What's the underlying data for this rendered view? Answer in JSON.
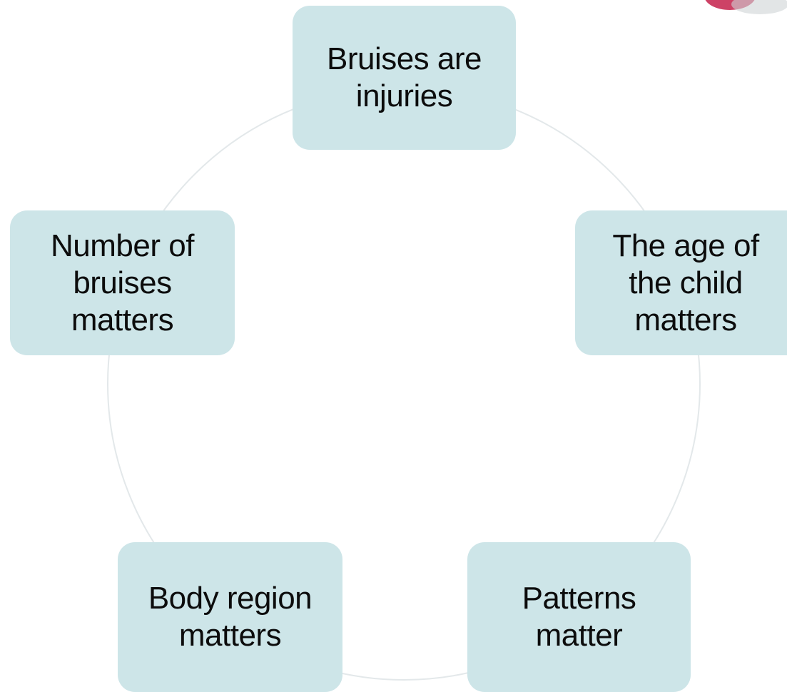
{
  "diagram": {
    "type": "cycle",
    "nodes": [
      {
        "id": "top",
        "label": "Bruises are\ninjuries"
      },
      {
        "id": "right",
        "label": "The age of\nthe child\nmatters"
      },
      {
        "id": "bottom_right",
        "label": "Patterns\nmatter"
      },
      {
        "id": "bottom_left",
        "label": "Body region\nmatters"
      },
      {
        "id": "left",
        "label": "Number of\nbruises\nmatters"
      }
    ],
    "colors": {
      "node_fill": "#cde5e8",
      "ring_stroke": "#e3e8ea",
      "text": "#0c0c0c"
    }
  }
}
